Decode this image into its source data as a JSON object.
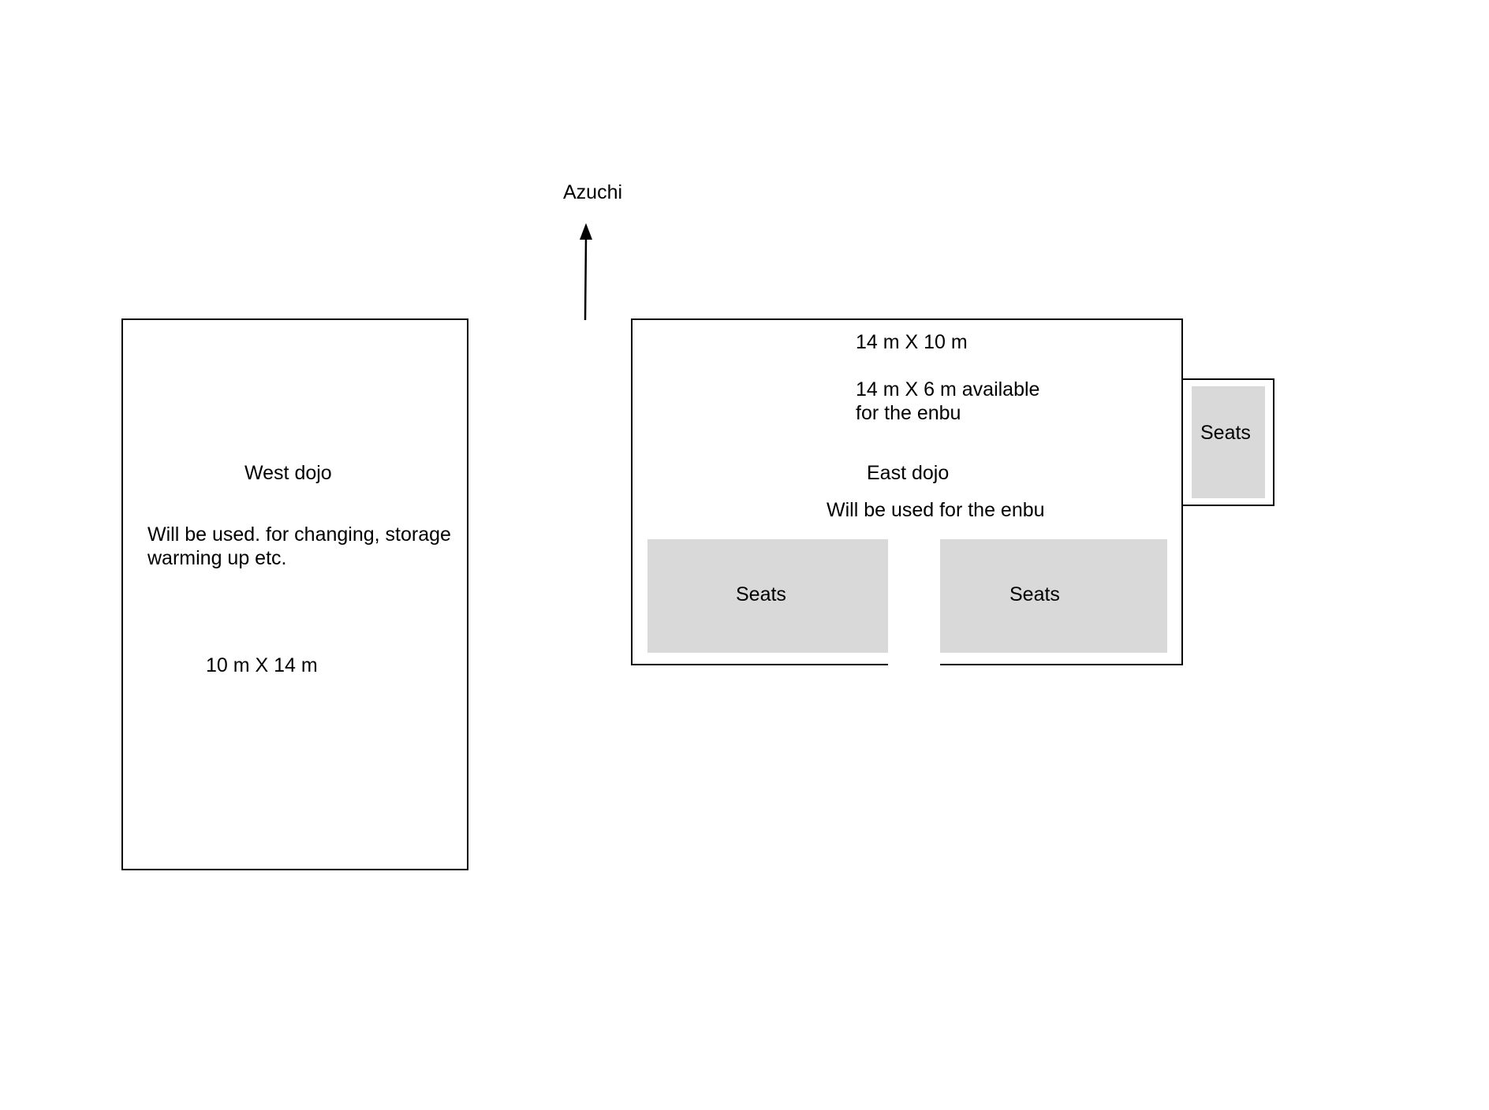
{
  "north_label": "Azuchi",
  "west_dojo": {
    "name": "West dojo",
    "purpose_line1": "Will be used. for changing, storage",
    "purpose_line2": "warming up etc.",
    "dimensions": "10 m X 14 m"
  },
  "east_dojo": {
    "dimensions": "14 m X 10 m",
    "available_line1": "14 m X 6 m available",
    "available_line2": "for the enbu",
    "name": "East dojo",
    "purpose": "Will be used for the enbu",
    "seats": {
      "left_label": "Seats",
      "right_label": "Seats",
      "side_label": "Seats"
    }
  },
  "colors": {
    "outline": "#000000",
    "seats_fill": "#d9d9d9",
    "background": "#ffffff"
  }
}
